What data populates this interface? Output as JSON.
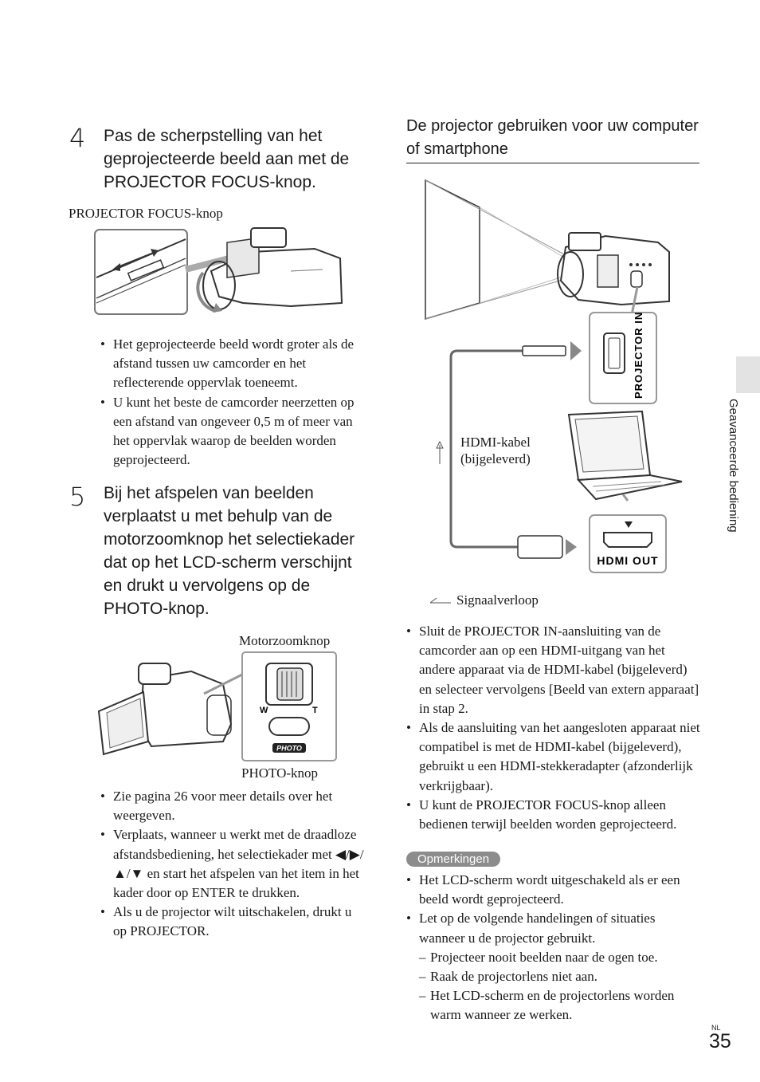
{
  "step4": {
    "number": "4",
    "text": "Pas de scherpstelling van het geprojecteerde beeld aan met de PROJECTOR FOCUS-knop.",
    "figure_label": "PROJECTOR FOCUS-knop",
    "bullets": [
      "Het geprojecteerde beeld wordt groter als de afstand tussen uw camcorder en het reflecterende oppervlak toeneemt.",
      "U kunt het beste de camcorder neerzetten op een afstand van ongeveer 0,5 m of meer van het oppervlak waarop de beelden worden geprojecteerd."
    ]
  },
  "step5": {
    "number": "5",
    "text": "Bij het afspelen van beelden verplaatst u met behulp van de motorzoomknop het selectiekader dat op het LCD-scherm verschijnt en drukt u vervolgens op de PHOTO-knop.",
    "figure_label_top": "Motorzoomknop",
    "figure_label_bottom": "PHOTO-knop",
    "zoom_w": "W",
    "zoom_t": "T",
    "photo_button": "PHOTO",
    "bullets": [
      "Zie pagina 26 voor meer details over het weergeven.",
      "Verplaats, wanneer u werkt met de draadloze afstandsbediening, het selectiekader met ◀/▶/▲/▼ en start het afspelen van het item in het kader door op ENTER te drukken.",
      "Als u de projector wilt uitschakelen, drukt u op PROJECTOR."
    ]
  },
  "right": {
    "section_title": "De projector gebruiken voor uw computer of smartphone",
    "port_in": "PROJECTOR IN",
    "port_out": "HDMI OUT",
    "cable_label": "HDMI-kabel (bijgeleverd)",
    "signal_label": "Signaalverloop",
    "bullets": [
      "Sluit de PROJECTOR IN-aansluiting van de camcorder aan op een HDMI-uitgang van het andere apparaat via de HDMI-kabel (bijgeleverd) en selecteer vervolgens [Beeld van extern apparaat] in stap 2.",
      "Als de aansluiting van het aangesloten apparaat niet compatibel is met de HDMI-kabel (bijgeleverd), gebruikt u een HDMI-stekkeradapter (afzonderlijk verkrijgbaar).",
      "U kunt de PROJECTOR FOCUS-knop alleen bedienen terwijl beelden worden geprojecteerd."
    ],
    "notes_label": "Opmerkingen",
    "notes": [
      "Het LCD-scherm wordt uitgeschakeld als er een beeld wordt geprojecteerd.",
      "Let op de volgende handelingen of situaties wanneer u de projector gebruikt."
    ],
    "sub_notes": [
      "Projecteer nooit beelden naar de ogen toe.",
      "Raak de projectorlens niet aan.",
      "Het LCD-scherm en de projectorlens worden warm wanneer ze werken."
    ]
  },
  "sidebar": {
    "section": "Geavanceerde bediening"
  },
  "footer": {
    "lang": "NL",
    "page": "35"
  }
}
